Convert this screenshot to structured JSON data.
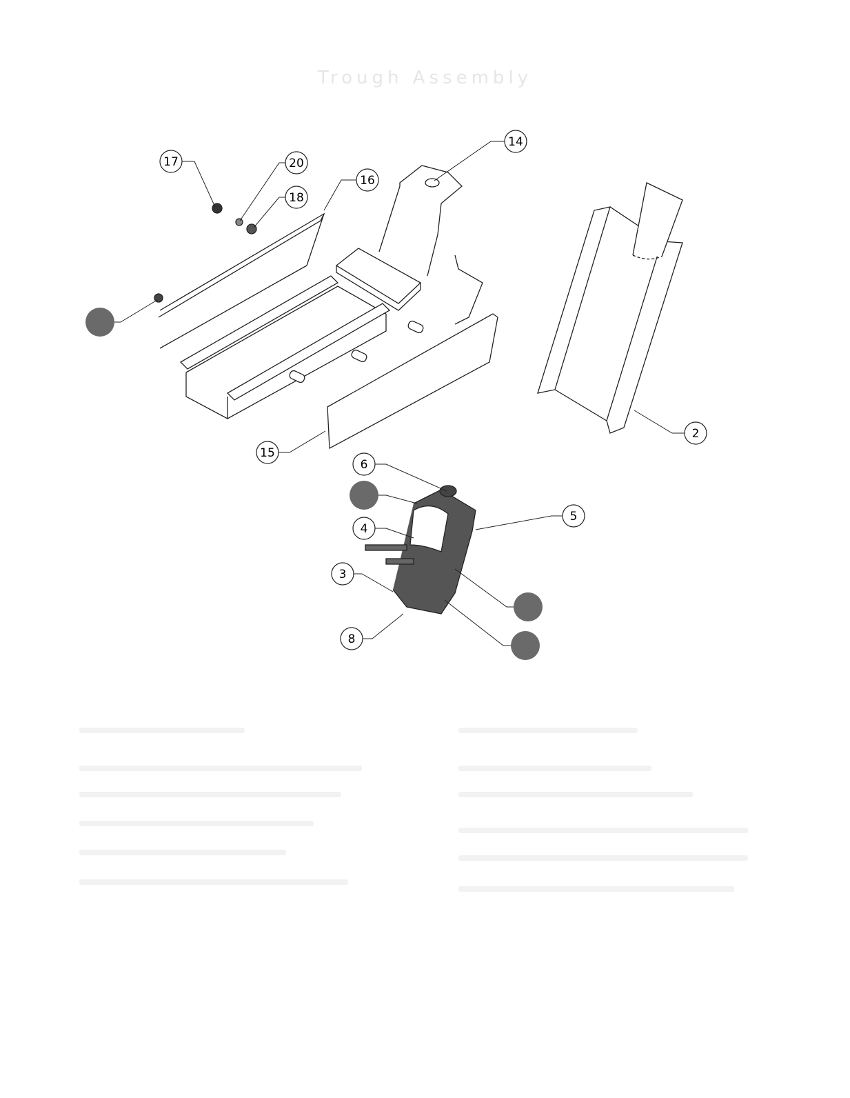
{
  "header": {
    "title": "Trough Assembly"
  },
  "callouts": [
    "17",
    "20",
    "18",
    "16",
    "14",
    "2",
    "15",
    "6",
    "4",
    "5",
    "3",
    "8"
  ],
  "colors": {
    "line": "#222222",
    "balloon_fill_dark": "#6a6a6a",
    "title_text": "#e6e6e6"
  }
}
